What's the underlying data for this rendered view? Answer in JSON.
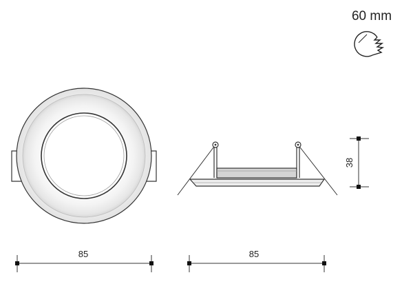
{
  "cutout": {
    "label": "60 mm",
    "icon": "hole-saw-icon"
  },
  "front_view": {
    "width_label": "85"
  },
  "side_view": {
    "width_label": "85",
    "height_label": "38"
  },
  "colors": {
    "line": "#333333",
    "marker": "#111111"
  }
}
